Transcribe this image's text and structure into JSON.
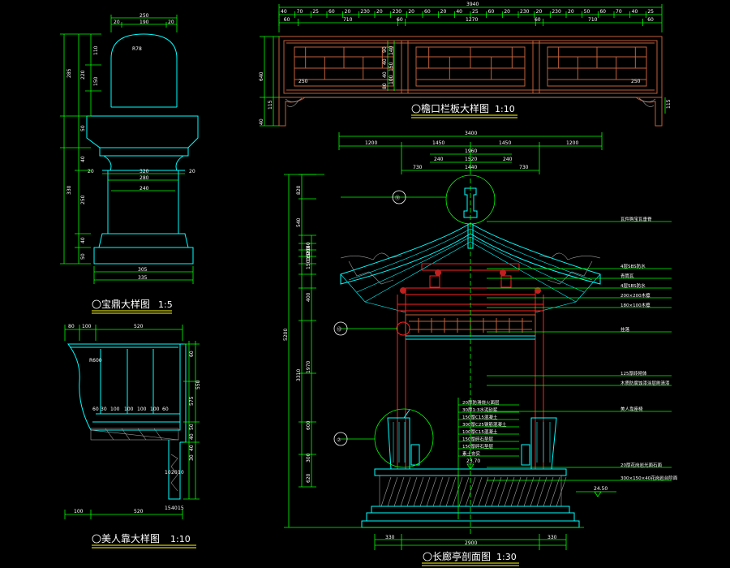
{
  "drawings": {
    "baoding": {
      "title": "宝鼎大样图",
      "number": "⑪",
      "scale": "1:5",
      "dims_top": [
        "250",
        "20",
        "190",
        "20"
      ],
      "dims_left": [
        "285",
        "110",
        "220",
        "150",
        "50",
        "40",
        "330",
        "250",
        "40",
        "50"
      ],
      "dims_mid": [
        "320",
        "280",
        "240"
      ],
      "dims_bottom": [
        "305",
        "335"
      ],
      "dims_small": [
        "20",
        "20",
        "R78"
      ]
    },
    "yankou": {
      "title": "檐口栏板大样图",
      "number": "⑬",
      "scale": "1:10",
      "dims_overall": "3940",
      "dims_top": [
        "40",
        "70",
        "25",
        "60",
        "20",
        "230",
        "20",
        "230",
        "20",
        "60",
        "20",
        "40",
        "25",
        "60",
        "20",
        "230",
        "20",
        "230",
        "20",
        "50",
        "60",
        "70",
        "40",
        "25"
      ],
      "dims_row2": [
        "60",
        "710",
        "60",
        "1270",
        "60",
        "710",
        "60"
      ],
      "dims_left": [
        "640",
        "115",
        "40"
      ],
      "dims_inner": [
        "90",
        "140",
        "40",
        "150",
        "40",
        "100",
        "80",
        "40",
        "50"
      ],
      "dims_side": [
        "250",
        "250",
        "115"
      ]
    },
    "meirenkao": {
      "title": "美人靠大样图",
      "number": "⑦",
      "scale": "1:10",
      "dims_top": [
        "80",
        "100",
        "520"
      ],
      "dims_inner": [
        "R600",
        "60",
        "30",
        "100",
        "100",
        "100",
        "100",
        "60"
      ],
      "dims_right": [
        "60",
        "550",
        "575",
        "50",
        "40",
        "40",
        "30"
      ],
      "dims_bottom": [
        "100",
        "520"
      ],
      "dims_small": [
        "10",
        "20",
        "10",
        "15",
        "40",
        "15"
      ]
    },
    "changlangting": {
      "title": "长廊亭剖面图",
      "number": "⑫",
      "scale": "1:30",
      "dims_top": [
        "3400",
        "1200",
        "1450",
        "1450",
        "1200",
        "1960",
        "1520",
        "240",
        "240",
        "730",
        "1440",
        "730"
      ],
      "dims_left": [
        "820",
        "540",
        "1580",
        "40",
        "200",
        "160",
        "150",
        "400",
        "1970",
        "600",
        "300",
        "620",
        "5200",
        "3310"
      ],
      "dims_bottom": [
        "330",
        "2900",
        "330"
      ],
      "elevation_a": "23.70",
      "elevation_b": "24.50",
      "callouts_right": [
        "瓦件购宝瓦垂脊",
        "4层SBS防水",
        "青筒瓦",
        "4层SBS防水",
        "200×200木檩",
        "180×100木檩",
        "挂落",
        "125厚砖砌体",
        "木质防腐蚀漆涂层刷清漆",
        "美人靠座椅",
        "20厚花岗岩光面石面",
        "300×150×40花岗岩台阶面"
      ],
      "callouts_center": [
        "20厚防滑烧火面层",
        "30厚1:3水泥砂浆",
        "150厚C15混凝土",
        "300厚C25钢筋混凝土",
        "100厚C15混凝土",
        "150厚碎石垫层",
        "150厚碎石垫层",
        "素土夯实"
      ],
      "markers": [
        "⑪",
        "⑬",
        "⑦"
      ]
    }
  },
  "colors": {
    "background": "#000000",
    "dimension": "#00ff00",
    "outline": "#00ffff",
    "structure": "#ff2020",
    "timber": "#c0603a",
    "text": "#ffffff",
    "title_underline": "#ffff00"
  }
}
